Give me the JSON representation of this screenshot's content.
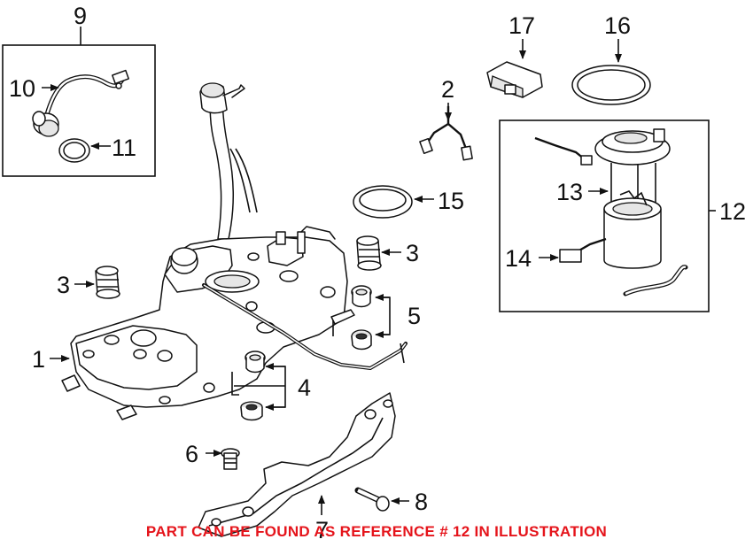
{
  "callouts": {
    "c1": "1",
    "c2": "2",
    "c3a": "3",
    "c3b": "3",
    "c4": "4",
    "c5": "5",
    "c6": "6",
    "c7": "7",
    "c8": "8",
    "c9": "9",
    "c10": "10",
    "c11": "11",
    "c12": "12",
    "c13": "13",
    "c14": "14",
    "c15": "15",
    "c16": "16",
    "c17": "17"
  },
  "notice": "PART CAN BE FOUND AS REFERENCE # 12 IN ILLUSTRATION",
  "colors": {
    "notice": "#e5141b",
    "lines": "#111111"
  }
}
